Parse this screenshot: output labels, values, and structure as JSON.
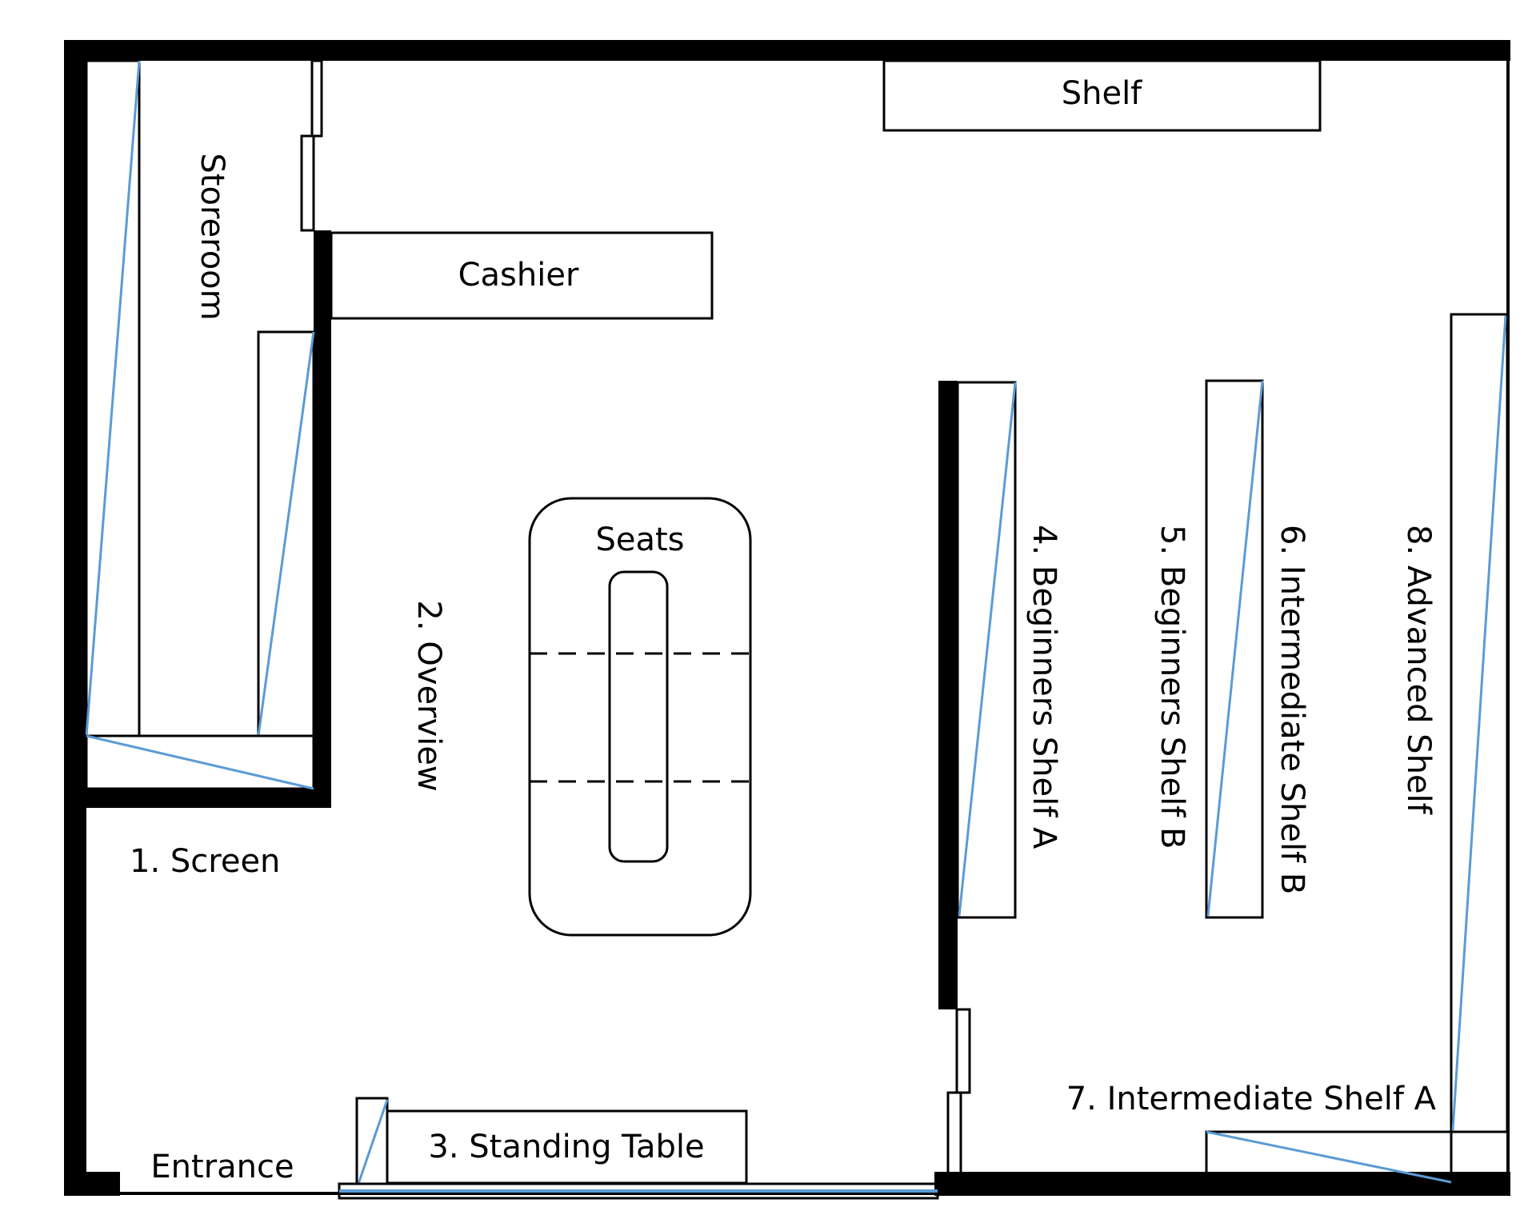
{
  "labels": {
    "shelf": "Shelf",
    "storeroom": "Storeroom",
    "cashier": "Cashier",
    "seats": "Seats",
    "overview": "2. Overview",
    "screen": "1. Screen",
    "entrance": "Entrance",
    "standing_table": "3. Standing Table",
    "beginners_a": "4. Beginners Shelf A",
    "beginners_b": "5. Beginners Shelf B",
    "intermediate_b": "6. Intermediate Shelf B",
    "intermediate_a": "7. Intermediate Shelf A",
    "advanced": "8. Advanced Shelf"
  },
  "colors": {
    "wall": "#000000",
    "outline": "#000000",
    "accent_line": "#5b9bd5",
    "background": "#ffffff"
  }
}
